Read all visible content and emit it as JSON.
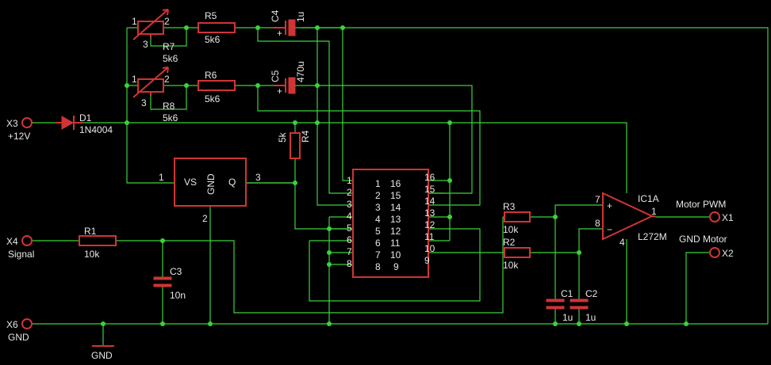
{
  "colors": {
    "background": "#000000",
    "wire": "#3bd23b",
    "component": "#d23434",
    "text": "#e6e6e6"
  },
  "components": {
    "r7": {
      "name": "R7",
      "value": "5k6",
      "pin1": "1",
      "pin2": "2",
      "pin3": "3"
    },
    "r8": {
      "name": "R8",
      "value": "5k6",
      "pin1": "1",
      "pin2": "2",
      "pin3": "3"
    },
    "r5": {
      "name": "R5",
      "value": "5k6"
    },
    "r6": {
      "name": "R6",
      "value": "5k6"
    },
    "c4": {
      "name": "C4",
      "value": "1u"
    },
    "c5": {
      "name": "C5",
      "value": "470u"
    },
    "d1": {
      "name": "D1",
      "value": "1N4004"
    },
    "r4": {
      "name": "R4",
      "value": "5k"
    },
    "r1": {
      "name": "R1",
      "value": "10k"
    },
    "c3": {
      "name": "C3",
      "value": "10n"
    },
    "r3": {
      "name": "R3",
      "value": "10k"
    },
    "r2": {
      "name": "R2",
      "value": "10k"
    },
    "c1": {
      "name": "C1",
      "value": "1u"
    },
    "c2": {
      "name": "C2",
      "value": "1u"
    },
    "reg": {
      "vs": "VS",
      "gnd": "GND",
      "q": "Q",
      "pin1": "1",
      "pin2": "2",
      "pin3": "3"
    },
    "ic": {
      "name": "IC1A",
      "part": "L272M",
      "plus": "+",
      "minus": "−",
      "pin1": "1",
      "pin4": "4",
      "pin7": "7",
      "pin8": "8"
    },
    "gnd_symbol": {
      "label": "GND"
    }
  },
  "connectors": {
    "x3": {
      "name": "X3",
      "label": "+12V"
    },
    "x4": {
      "name": "X4",
      "label": "Signal"
    },
    "x6": {
      "name": "X6",
      "label": "GND"
    },
    "x1": {
      "name": "X1",
      "label": "Motor PWM"
    },
    "x2": {
      "name": "X2",
      "label": "GND Motor"
    }
  },
  "dip": {
    "left": [
      "1",
      "2",
      "3",
      "4",
      "5",
      "6",
      "7",
      "8"
    ],
    "inner_left": [
      "1",
      "2",
      "3",
      "4",
      "5",
      "6",
      "7",
      "8"
    ],
    "inner_right": [
      "16",
      "15",
      "14",
      "13",
      "12",
      "11",
      "10",
      "9"
    ],
    "right": [
      "16",
      "15",
      "14",
      "13",
      "12",
      "11",
      "10",
      "9"
    ]
  }
}
